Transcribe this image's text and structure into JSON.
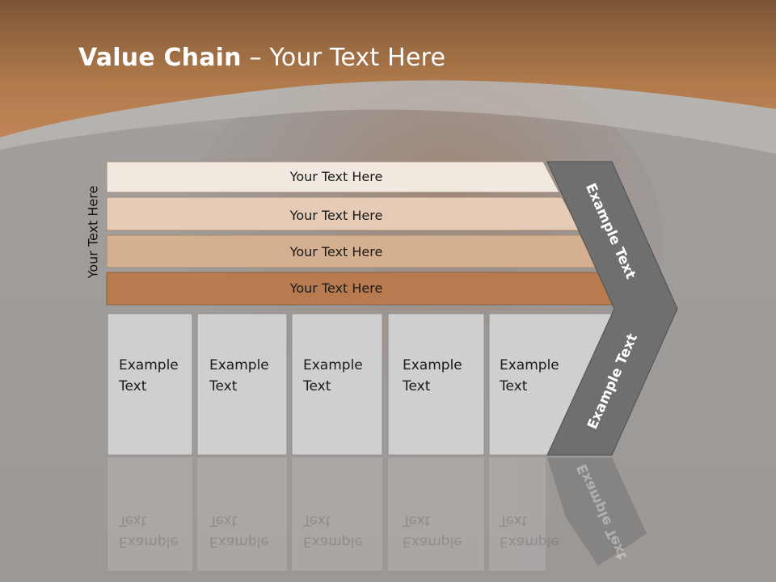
{
  "title": {
    "bold": "Value Chain",
    "rest": " – Your Text Here"
  },
  "vertical_label": "Your Text Here",
  "rows": [
    {
      "label": "Your Text Here"
    },
    {
      "label": "Your Text Here"
    },
    {
      "label": "Your Text Here"
    },
    {
      "label": "Your Text Here"
    }
  ],
  "boxes": [
    {
      "text": "Example\nText"
    },
    {
      "text": "Example\nText"
    },
    {
      "text": "Example\nText"
    },
    {
      "text": "Example\nText"
    },
    {
      "text": "Example\nText"
    }
  ],
  "chevron": {
    "upper": "Example Text",
    "lower": "Example Text"
  },
  "colors": {
    "header_brown": "#b07a4b",
    "row1": "#f1e8df",
    "row2": "#e6cbb6",
    "row3": "#d4af90",
    "row4": "#b87b4f",
    "box_fill": "#cfcfcf",
    "chevron_fill": "#6f6f6f",
    "background": "#8a8685"
  }
}
